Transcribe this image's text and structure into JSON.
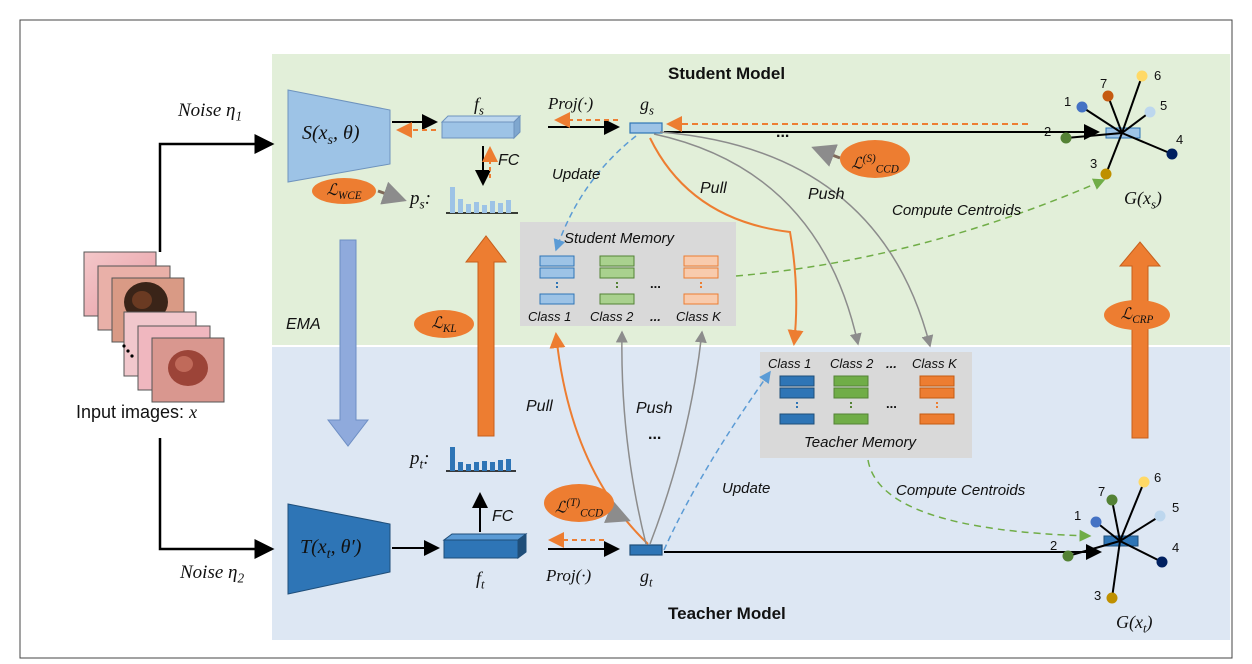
{
  "panels": {
    "student_title": "Student Model",
    "teacher_title": "Teacher Model"
  },
  "input": {
    "label_prefix": "Input images: ",
    "label_var": "x",
    "noise1": "Noise η",
    "noise1_sub": "1",
    "noise2": "Noise η",
    "noise2_sub": "2"
  },
  "student": {
    "encoder_main": "S(x",
    "encoder_sub": "s",
    "encoder_tail": ", θ)",
    "feature": "f",
    "feature_sub": "s",
    "proj": "Proj(·)",
    "embedding": "g",
    "embedding_sub": "s",
    "fc": "FC",
    "probs": "p",
    "probs_sub": "s",
    "probs_colon": ":",
    "update": "Update",
    "pull": "Pull",
    "push": "Push",
    "dots": "...",
    "compute_centroids": "Compute Centroids",
    "graph_label": "G(x",
    "graph_sub": "s",
    "graph_tail": ")"
  },
  "teacher": {
    "encoder_main": "T(x",
    "encoder_sub": "t",
    "encoder_tail": ", θ′)",
    "feature": "f",
    "feature_sub": "t",
    "proj": "Proj(·)",
    "embedding": "g",
    "embedding_sub": "t",
    "fc": "FC",
    "probs": "p",
    "probs_sub": "t",
    "probs_colon": ":",
    "update": "Update",
    "pull": "Pull",
    "push": "Push",
    "dots": "...",
    "compute_centroids": "Compute Centroids",
    "graph_label": "G(x",
    "graph_sub": "t",
    "graph_tail": ")"
  },
  "ema": "EMA",
  "losses": {
    "wce_main": "ℒ",
    "wce_sub": "WCE",
    "kl_main": "ℒ",
    "kl_sub": "KL",
    "crp_main": "ℒ",
    "crp_sub": "CRP",
    "ccd_s_main": "ℒ",
    "ccd_s_sup": "(S)",
    "ccd_s_sub": "CCD",
    "ccd_t_main": "ℒ",
    "ccd_t_sup": "(T)",
    "ccd_t_sub": "CCD"
  },
  "student_memory": {
    "title": "Student Memory",
    "class1": "Class 1",
    "class2": "Class 2",
    "dots": "...",
    "classK": "Class K",
    "dots_mid": "..."
  },
  "teacher_memory": {
    "title": "Teacher Memory",
    "class1": "Class 1",
    "class2": "Class 2",
    "dots": "...",
    "classK": "Class K",
    "dots_mid": "..."
  },
  "graph_top": {
    "nodes": [
      "1",
      "7",
      "6",
      "5",
      "2",
      "4",
      "3"
    ]
  },
  "graph_bottom": {
    "nodes": [
      "1",
      "7",
      "6",
      "5",
      "2",
      "4",
      "3"
    ]
  },
  "colors": {
    "student_bg": "#e2efd9",
    "teacher_bg": "#dde7f3",
    "student_blue": "#9dc3e6",
    "teacher_blue": "#2e75b6",
    "orange": "#ed7d31",
    "green": "#70ad47",
    "memory_bg": "#d9d9d9"
  }
}
